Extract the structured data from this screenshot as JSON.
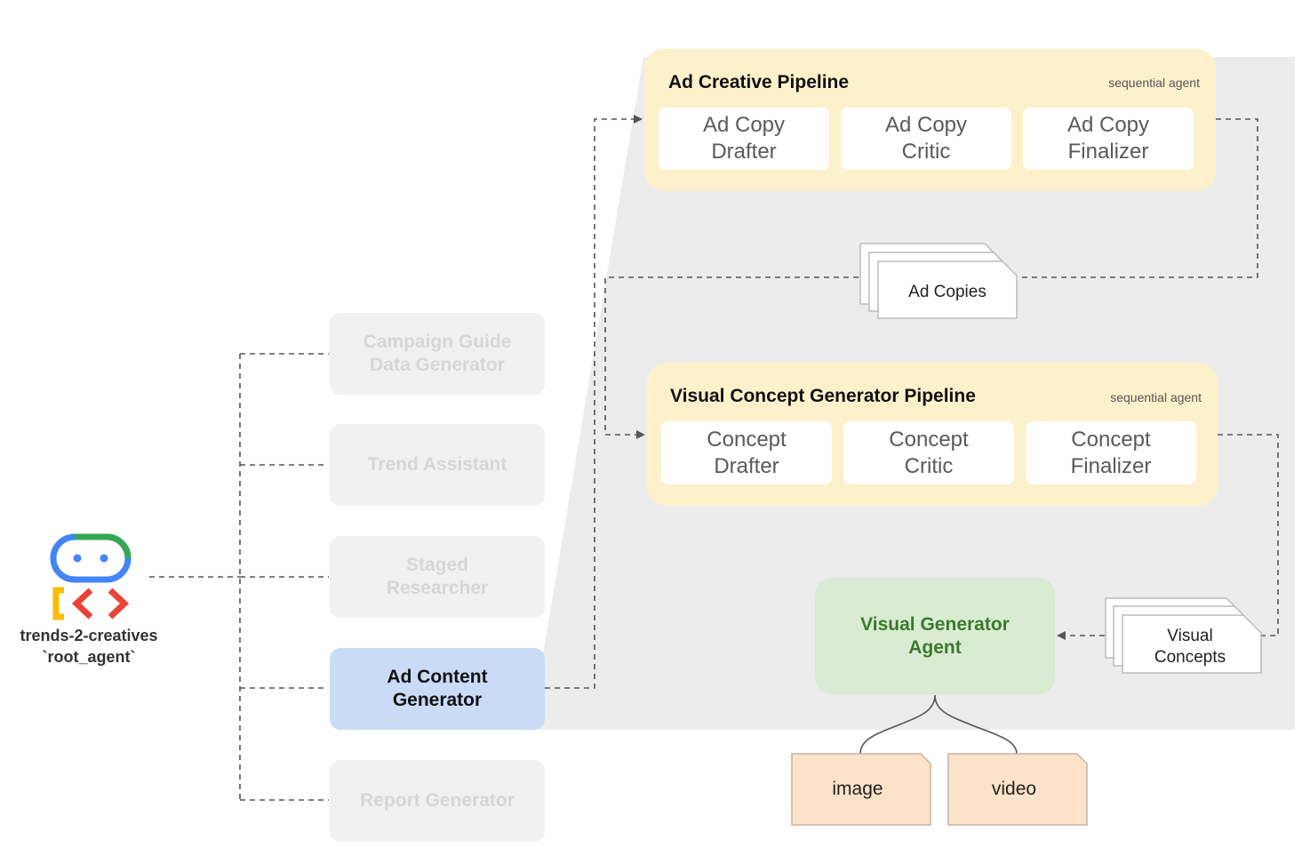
{
  "root_agent": {
    "name": "trends-2-creatives",
    "role": "`root_agent`",
    "logo_icon": "adk-robot-logo-icon"
  },
  "sub_agents": [
    {
      "label": "Campaign Guide\nData Generator",
      "state": "inactive"
    },
    {
      "label": "Trend Assistant",
      "state": "inactive"
    },
    {
      "label": "Staged\nResearcher",
      "state": "inactive"
    },
    {
      "label": "Ad Content\nGenerator",
      "state": "active"
    },
    {
      "label": "Report Generator",
      "state": "inactive"
    }
  ],
  "ad_creative_pipeline": {
    "title": "Ad Creative Pipeline",
    "tag": "sequential agent",
    "steps": [
      "Ad Copy\nDrafter",
      "Ad Copy\nCritic",
      "Ad Copy\nFinalizer"
    ]
  },
  "ad_copies_doc": {
    "label": "Ad Copies"
  },
  "visual_concept_pipeline": {
    "title": "Visual Concept Generator Pipeline",
    "tag": "sequential agent",
    "steps": [
      "Concept\nDrafter",
      "Concept\nCritic",
      "Concept\nFinalizer"
    ]
  },
  "visual_concepts_doc": {
    "label": "Visual\nConcepts"
  },
  "visual_generator": {
    "label": "Visual Generator\nAgent"
  },
  "outputs": [
    {
      "label": "image"
    },
    {
      "label": "video"
    }
  ],
  "colors": {
    "pipeline_bg": "#fdf1cc",
    "active_node_bg": "#c9dbf6",
    "inactive_node_bg": "#f1f1f1",
    "generator_bg": "#d9ebd3",
    "generator_text": "#3a7a2a",
    "output_bg": "#fce2c8",
    "panel_bg": "#ececec",
    "connector": "#555555"
  }
}
